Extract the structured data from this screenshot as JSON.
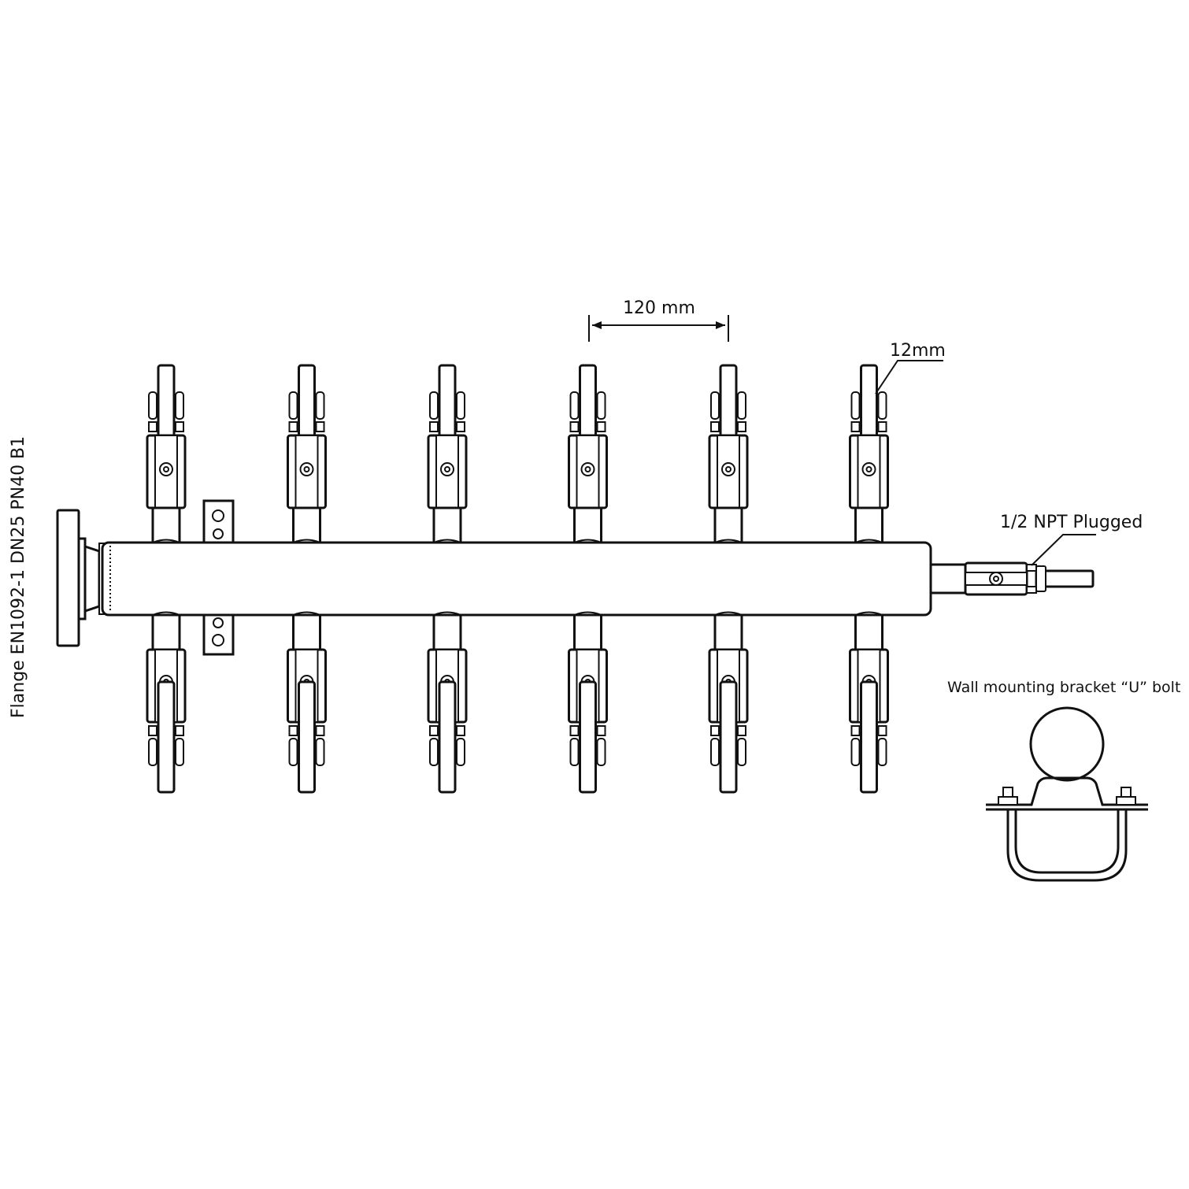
{
  "labels": {
    "flange": "Flange EN1092-1 DN25 PN40 B1",
    "spacing": "120 mm",
    "tube_size": "12mm",
    "plug": "1/2 NPT Plugged",
    "bracket": "Wall mounting bracket “U” bolt"
  },
  "manifold": {
    "valves_per_side": 6,
    "sides": [
      "top",
      "bottom"
    ]
  }
}
